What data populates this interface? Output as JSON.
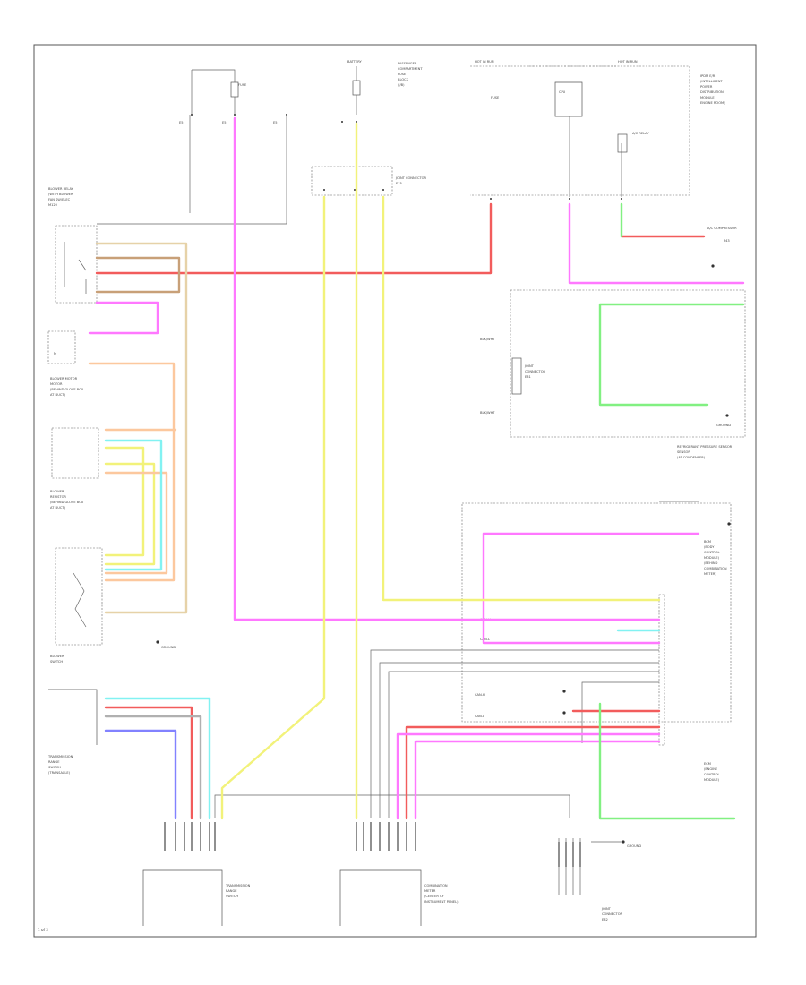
{
  "colors": {
    "red": "#f25c5c",
    "pink": "#ff78ff",
    "yellow": "#f2f27a",
    "orange": "#fcc89e",
    "tan": "#e6d2a8",
    "cyan": "#82f2f2",
    "green": "#82f082",
    "blue": "#8282ff",
    "brown": "#c8a078",
    "gray": "#b0b0b0"
  },
  "labels": {
    "hot_feed": "HOT IN RUN",
    "junction_connector": "JOINT CONNECTOR",
    "a_c_compressor": "A/C COMPRESSOR",
    "ground_1": "GROUND",
    "ground_2": "GROUND",
    "ground_3": "GROUND",
    "bcm": "BCM",
    "ecm": "ECM",
    "ipdm": "IPDM E/R",
    "blower_motor": "BLOWER MOTOR",
    "blower_relay": "BLOWER RELAY",
    "refrigerant_sensor": "REFRIGERANT PRESSURE SENSOR",
    "can_h": "CAN-H",
    "can_l": "CAN-L",
    "page_ref": "1 of 2"
  }
}
